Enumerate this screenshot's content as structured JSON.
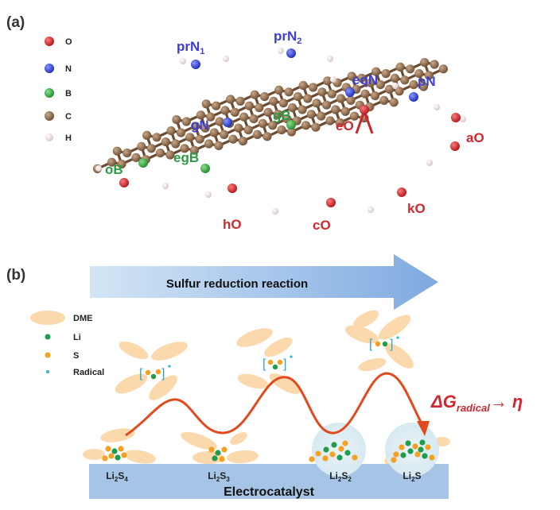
{
  "panel_a": {
    "label": "(a)",
    "legend": [
      {
        "symbol": "O",
        "color": "#d8252b"
      },
      {
        "symbol": "N",
        "color": "#3044d6"
      },
      {
        "symbol": "B",
        "color": "#2f9e3a"
      },
      {
        "symbol": "C",
        "color": "#8b6648"
      },
      {
        "symbol": "H",
        "color": "#f2dede"
      }
    ],
    "sites": {
      "prN1_base": "prN",
      "prN1_sub": "1",
      "prN2_base": "prN",
      "prN2_sub": "2",
      "eqN": "eqN",
      "pN": "pN",
      "gN": "gN",
      "gB": "gB",
      "eO": "eO",
      "aO": "aO",
      "oB": "oB",
      "egB": "egB",
      "hO": "hO",
      "cO": "cO",
      "kO": "kO"
    },
    "colors": {
      "nitrogen_label": "#3c3fd0",
      "boron_label": "#2c9a42",
      "oxygen_label": "#d2272e",
      "carbon": "#8b6648",
      "bond": "#6b4a30"
    }
  },
  "panel_b": {
    "label": "(b)",
    "arrow_text": "Sulfur reduction reaction",
    "legend": [
      {
        "name": "DME",
        "color": "#fbd9ac"
      },
      {
        "name": "Li",
        "color": "#1e9e4c"
      },
      {
        "name": "S",
        "color": "#f5a020"
      },
      {
        "name": "Radical",
        "color": "#29b6d8"
      }
    ],
    "species": [
      {
        "base": "Li",
        "sub1": "2",
        "mid": "S",
        "sub2": "4"
      },
      {
        "base": "Li",
        "sub1": "2",
        "mid": "S",
        "sub2": "3"
      },
      {
        "base": "Li",
        "sub1": "2",
        "mid": "S",
        "sub2": "2"
      },
      {
        "base": "Li",
        "sub1": "2",
        "mid": "S",
        "sub2": ""
      }
    ],
    "equation": {
      "delta": "ΔG",
      "subscript": "radical",
      "arrow": "→ η"
    },
    "base_label": "Electrocatalyst",
    "colors": {
      "curve": "#e24a1e",
      "equation": "#d2272e",
      "base": "#a5c4e6",
      "arrow_start": "#c6dcf1",
      "arrow_end": "#7ea9df"
    }
  }
}
